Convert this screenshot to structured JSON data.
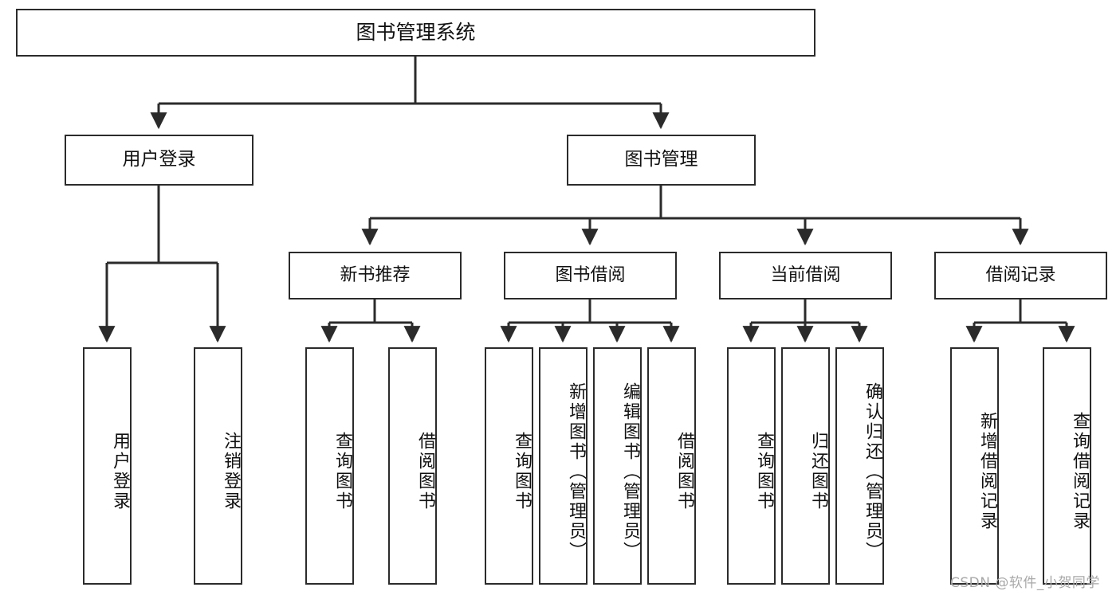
{
  "diagram": {
    "title": "图书管理系统",
    "type": "hierarchy-tree",
    "stroke_color": "#2b2b2b",
    "background_color": "#ffffff",
    "text_color": "#111111"
  },
  "root": {
    "label": "图书管理系统"
  },
  "level2": [
    {
      "label": "用户登录"
    },
    {
      "label": "图书管理"
    }
  ],
  "level3": [
    {
      "label": "新书推荐"
    },
    {
      "label": "图书借阅"
    },
    {
      "label": "当前借阅"
    },
    {
      "label": "借阅记录"
    }
  ],
  "leaves": {
    "user_login": [
      {
        "label": "用户登录"
      },
      {
        "label": "注销登录"
      }
    ],
    "new_book_recommend": [
      {
        "label": "查询图书"
      },
      {
        "label": "借阅图书"
      }
    ],
    "book_borrow": [
      {
        "label": "查询图书"
      },
      {
        "label": "新增图书（管理员）"
      },
      {
        "label": "编辑图书（管理员）"
      },
      {
        "label": "借阅图书"
      }
    ],
    "current_borrow": [
      {
        "label": "查询图书"
      },
      {
        "label": "归还图书"
      },
      {
        "label": "确认归还（管理员）"
      }
    ],
    "borrow_record": [
      {
        "label": "新增借阅记录"
      },
      {
        "label": "查询借阅记录"
      }
    ]
  },
  "watermark": {
    "text": "CSDN @软件_小贺同学"
  }
}
